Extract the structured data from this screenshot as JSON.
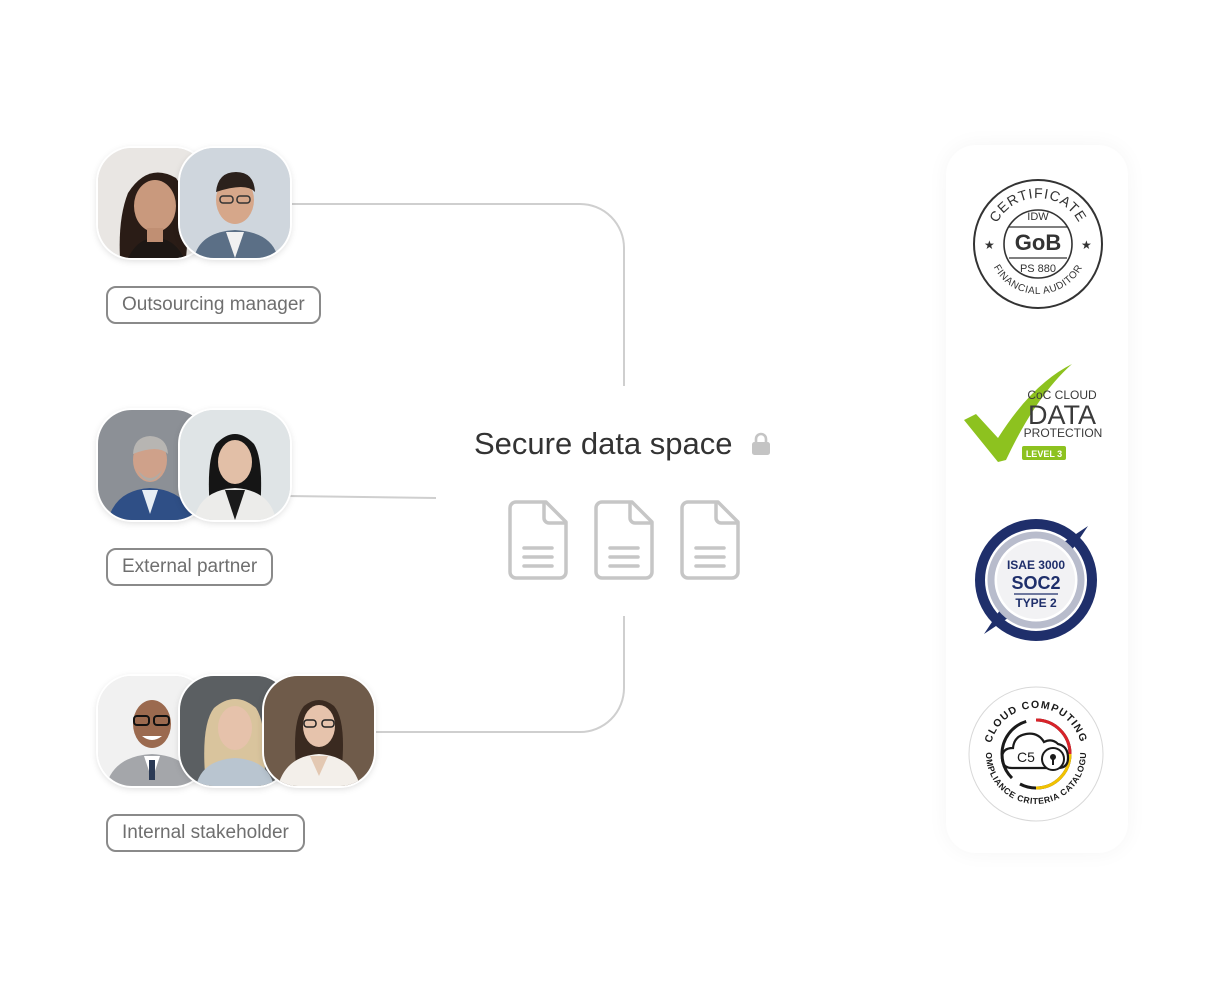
{
  "diagram": {
    "center": {
      "title": "Secure data space",
      "title_icon": "lock-icon",
      "documents": [
        "document-icon",
        "document-icon",
        "document-icon"
      ]
    },
    "groups": [
      {
        "label": "Outsourcing manager",
        "avatars": [
          "woman-smiling-dark-hair",
          "man-glasses-beard"
        ]
      },
      {
        "label": "External partner",
        "avatars": [
          "man-gray-hair-suit",
          "woman-black-hair-blazer"
        ]
      },
      {
        "label": "Internal stakeholder",
        "avatars": [
          "man-glasses-grey-suit",
          "woman-blonde",
          "woman-glasses-white-blouse"
        ]
      }
    ]
  },
  "certificates": [
    {
      "id": "idw",
      "ring_text": "CERTIFICATE",
      "bottom_text": "FINANCIAL AUDITOR",
      "line1": "IDW",
      "line2": "GoB",
      "line3": "PS 880"
    },
    {
      "id": "coc",
      "line1": "CoC CLOUD",
      "line2": "DATA",
      "line3": "PROTECTION",
      "level": "LEVEL 3"
    },
    {
      "id": "soc2",
      "line1": "ISAE 3000",
      "line2": "SOC2",
      "line3": "TYPE 2"
    },
    {
      "id": "c5",
      "ring_top": "CLOUD COMPUTING",
      "ring_bottom": "COMPLIANCE CRITERIA CATALOGUE",
      "center": "C5"
    }
  ],
  "colors": {
    "connector": "#cfcfcf",
    "label_border": "#8a8a8a",
    "label_text": "#6f6f6f",
    "title_text": "#333333",
    "document_icon": "#c6c6c6",
    "coc_green": "#8dc21f",
    "soc2_navy": "#1f2f6b"
  }
}
